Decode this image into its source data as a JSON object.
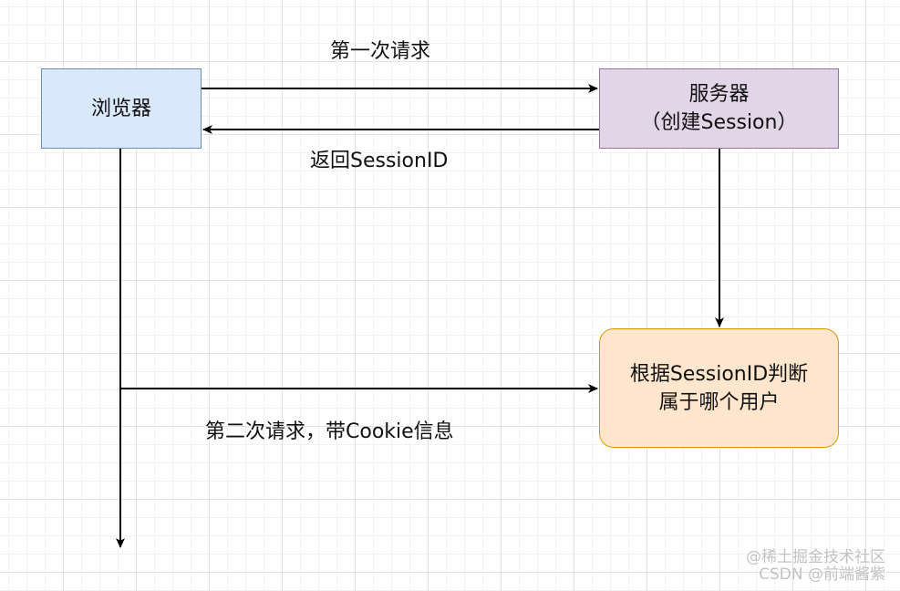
{
  "nodes": {
    "browser": {
      "label": "浏览器"
    },
    "server": {
      "line1": "服务器",
      "line2": "（创建Session）"
    },
    "judge": {
      "line1": "根据SessionID判断",
      "line2": "属于哪个用户"
    }
  },
  "edges": {
    "first_request": "第一次请求",
    "return_session": "返回SessionID",
    "second_request": "第二次请求，带Cookie信息"
  },
  "watermark": {
    "line1": "@稀土掘金技术社区",
    "line2": "CSDN @前端酱紫"
  },
  "colors": {
    "browser_fill": "#dae8fc",
    "browser_stroke": "#6c8ebf",
    "server_fill": "#e1d5e7",
    "server_stroke": "#9673a6",
    "judge_fill": "#ffe6cc",
    "judge_stroke": "#d79b00",
    "edge": "#000000"
  }
}
